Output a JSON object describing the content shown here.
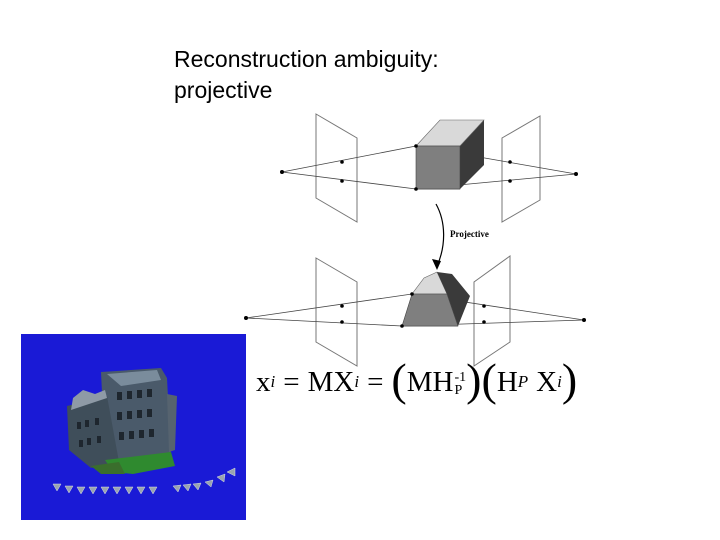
{
  "title": {
    "line1": "Reconstruction ambiguity:",
    "line2": "projective"
  },
  "diagram": {
    "arrow_label": "Projective"
  },
  "equation": {
    "x": "x",
    "i": "i",
    "eq": "=",
    "MX": "MX",
    "MH": "MH",
    "sup_minus1": "-1",
    "sub_P": "P",
    "H": "H",
    "X": "X",
    "open_paren": "(",
    "close_paren": ")"
  },
  "colors": {
    "panel_blue": "#1a1ad6",
    "cube_front": "#7f7f7f",
    "cube_top": "#d9d9d9",
    "cube_side": "#3a3a3a",
    "grass": "#2f8a2f"
  }
}
